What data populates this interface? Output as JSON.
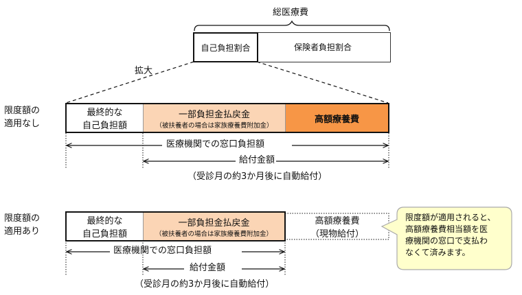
{
  "top": {
    "total_label": "総医療費",
    "self_share": "自己負担割合",
    "insurer_share": "保険者負担割合",
    "expand_label": "拡大"
  },
  "row1": {
    "side_label": [
      "限度額の",
      "適用なし"
    ],
    "final_burden": [
      "最終的な",
      "自己負担額"
    ],
    "refund_title": "一部負担金払戻金",
    "refund_note": "（被扶養者の場合は家族療養費附加金）",
    "high_cost": "高額療養費",
    "window_label": "医療機関での窓口負担額",
    "benefit_label": "給付金額",
    "auto_note": "（受診月の約3か月後に自動給付）"
  },
  "row2": {
    "side_label": [
      "限度額の",
      "適用あり"
    ],
    "final_burden": [
      "最終的な",
      "自己負担額"
    ],
    "refund_title": "一部負担金払戻金",
    "refund_note": "（被扶養者の場合は家族療養費附加金）",
    "high_cost": [
      "高額療養費",
      "（現物給付）"
    ],
    "window_label": "医療機関での窓口負担額",
    "benefit_label": "給付金額",
    "auto_note": "（受診月の約3か月後に自動給付）"
  },
  "callout": [
    "限度額が適用されると、",
    "高額療養費相当額を医",
    "療機関の窓口で支払わ",
    "なくて済みます。"
  ],
  "colors": {
    "refund_fill": "#fbd5b5",
    "high_cost_fill": "#f79646",
    "callout_fill": "#ffffcc"
  }
}
